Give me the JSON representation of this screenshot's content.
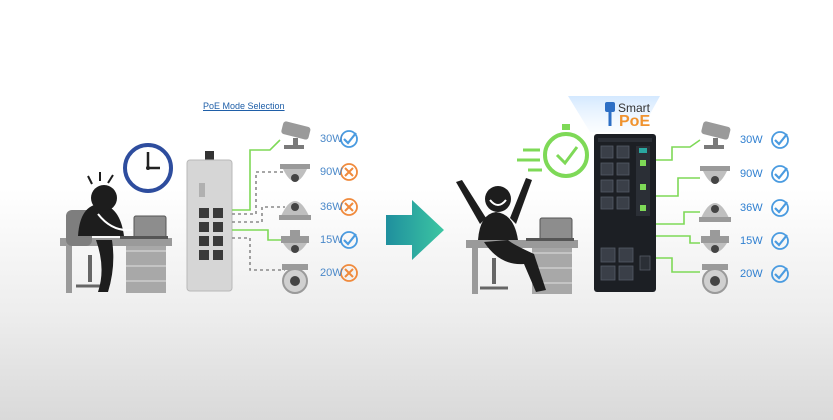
{
  "left_panel": {
    "mode_selection_label": "PoE Mode Selection",
    "ports": [
      {
        "device": "bullet-camera",
        "watts": "30W",
        "status": "ok"
      },
      {
        "device": "dome-camera",
        "watts": "90W",
        "status": "mismatch"
      },
      {
        "device": "dome-camera",
        "watts": "36W",
        "status": "mismatch"
      },
      {
        "device": "ptz-camera",
        "watts": "15W",
        "status": "ok"
      },
      {
        "device": "fisheye-camera",
        "watts": "20W",
        "status": "mismatch"
      }
    ]
  },
  "right_panel": {
    "brand_smart": "Smart",
    "brand_poe": "PoE",
    "ports": [
      {
        "device": "bullet-camera",
        "watts": "30W",
        "status": "ok"
      },
      {
        "device": "dome-camera",
        "watts": "90W",
        "status": "ok"
      },
      {
        "device": "dome-camera",
        "watts": "36W",
        "status": "ok"
      },
      {
        "device": "ptz-camera",
        "watts": "15W",
        "status": "ok"
      },
      {
        "device": "fisheye-camera",
        "watts": "20W",
        "status": "ok"
      }
    ]
  },
  "colors": {
    "ok": "#4a9be0",
    "mismatch": "#f08a3c",
    "link_green": "#7ed957",
    "arrow_teal": "#2bb3a0",
    "switch_dark": "#1c1f24"
  }
}
